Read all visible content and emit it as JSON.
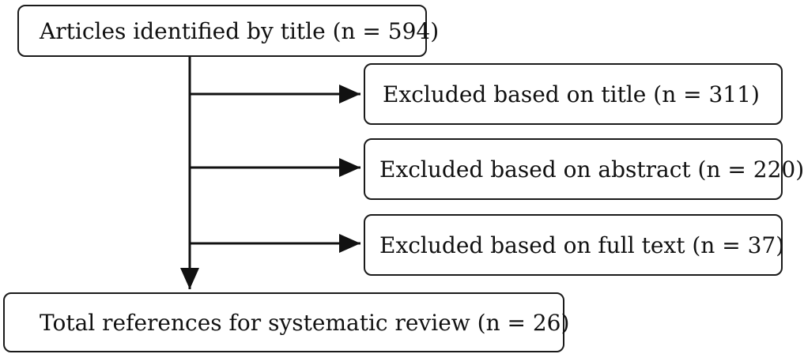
{
  "flow": {
    "start": "Articles identified by title (n = 594)",
    "exclusions": [
      "Excluded based on title (n = 311)",
      "Excluded based on abstract (n = 220)",
      "Excluded based on full text (n = 37)"
    ],
    "end": "Total references for systematic review (n = 26)"
  }
}
